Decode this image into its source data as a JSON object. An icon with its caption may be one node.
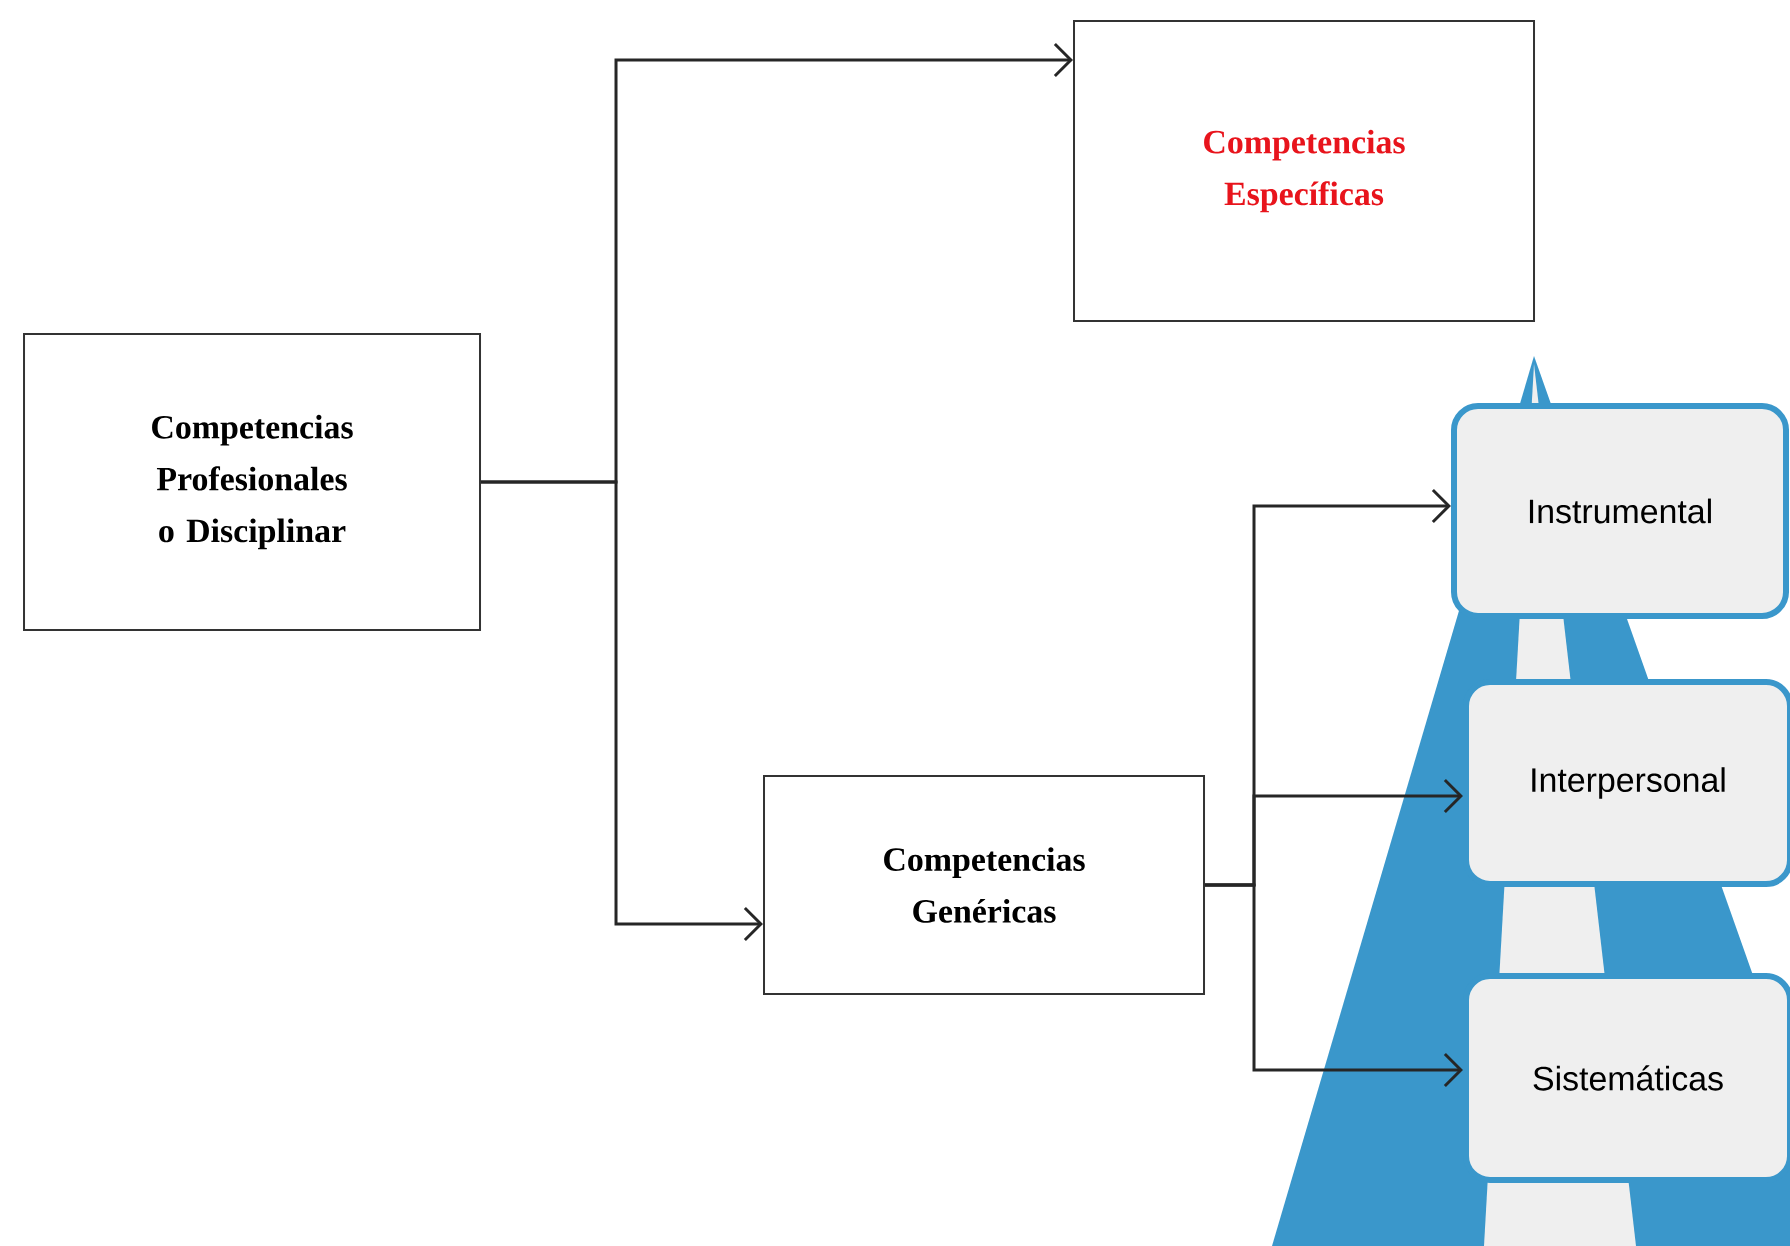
{
  "diagram": {
    "nodes": [
      {
        "text": [
          "Competencias Profesionales o Disciplinar"
        ]
      },
      {
        "text": [
          "Competencias Específicas"
        ]
      },
      {
        "text": [
          "Competencias Genéricas"
        ]
      },
      {
        "text": [
          "Instrumental"
        ]
      },
      {
        "text": [
          "Interpersonal"
        ]
      },
      {
        "text": [
          "Sistemáticas"
        ]
      }
    ],
    "edges": [
      {
        "from": 0,
        "to": 1,
        "arrow": "to"
      },
      {
        "from": 0,
        "to": 2,
        "arrow": "to"
      },
      {
        "from": 2,
        "to": 3,
        "arrow": "to"
      },
      {
        "from": 2,
        "to": 4,
        "arrow": "to"
      },
      {
        "from": 2,
        "to": 5,
        "arrow": "to"
      }
    ]
  }
}
